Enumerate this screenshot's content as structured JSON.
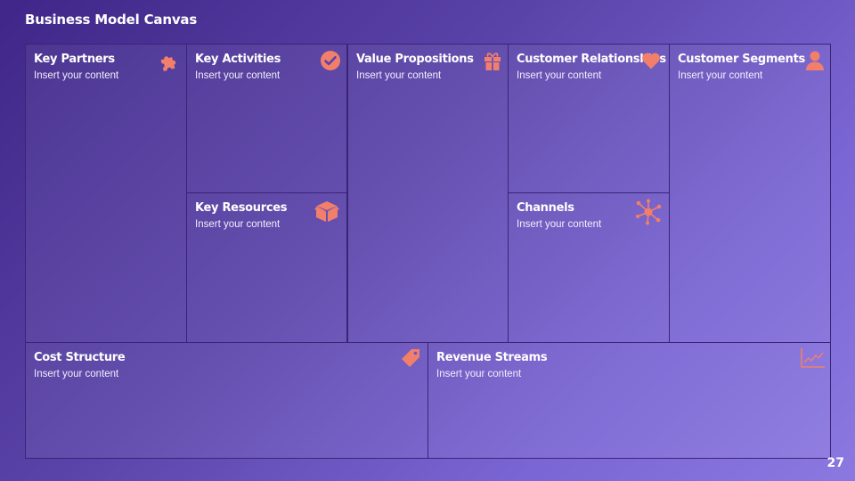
{
  "slide": {
    "title": "Business Model Canvas",
    "page_number": "27"
  },
  "colors": {
    "accent": "#f27f6b",
    "border": "#3a2477",
    "background_start": "#3f2688",
    "background_end": "#8b79e0"
  },
  "cells": {
    "key_partners": {
      "title": "Key Partners",
      "body": "Insert your content",
      "icon": "puzzle-icon"
    },
    "key_activities": {
      "title": "Key Activities",
      "body": "Insert your content",
      "icon": "checkmark-icon"
    },
    "key_resources": {
      "title": "Key Resources",
      "body": "Insert your content",
      "icon": "box-icon"
    },
    "value_propositions": {
      "title": "Value Propositions",
      "body": "Insert your content",
      "icon": "gift-icon"
    },
    "customer_relationships": {
      "title": "Customer Relationships",
      "body": "Insert your content",
      "icon": "heart-icon"
    },
    "channels": {
      "title": "Channels",
      "body": "Insert your content",
      "icon": "network-icon"
    },
    "customer_segments": {
      "title": "Customer Segments",
      "body": "Insert your content",
      "icon": "user-icon"
    },
    "cost_structure": {
      "title": "Cost Structure",
      "body": "Insert your content",
      "icon": "price-tag-icon"
    },
    "revenue_streams": {
      "title": "Revenue Streams",
      "body": "Insert your content",
      "icon": "line-chart-icon"
    }
  }
}
